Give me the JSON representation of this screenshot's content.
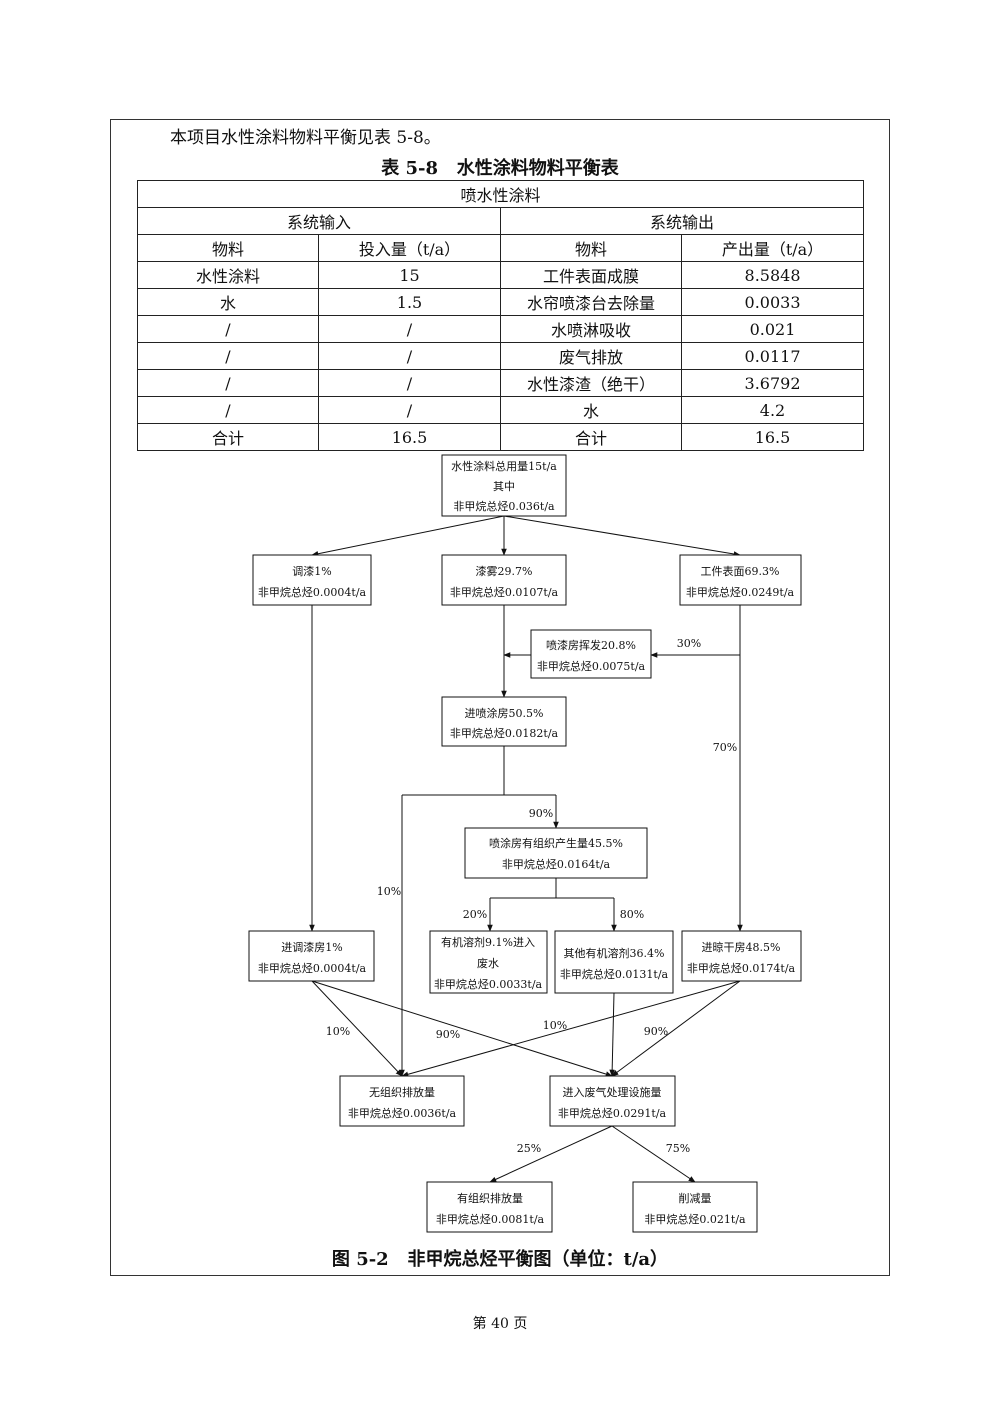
{
  "intro": "本项目水性涂料物料平衡见表 5-8。",
  "table_caption": "表 5-8   水性涂料物料平衡表",
  "table": {
    "title": "喷水性涂料",
    "input_header": "系统输入",
    "output_header": "系统输出",
    "cols": [
      "物料",
      "投入量（t/a）",
      "物料",
      "产出量（t/a）"
    ],
    "rows": [
      [
        "水性涂料",
        "15",
        "工件表面成膜",
        "8.5848"
      ],
      [
        "水",
        "1.5",
        "水帘喷漆台去除量",
        "0.0033"
      ],
      [
        "/",
        "/",
        "水喷淋吸收",
        "0.021"
      ],
      [
        "/",
        "/",
        "废气排放",
        "0.0117"
      ],
      [
        "/",
        "/",
        "水性漆渣（绝干）",
        "3.6792"
      ],
      [
        "/",
        "/",
        "水",
        "4.2"
      ],
      [
        "合计",
        "16.5",
        "合计",
        "16.5"
      ]
    ]
  },
  "flow": {
    "top": [
      "水性涂料总用量15t/a",
      "其中",
      "非甲烷总烃0.036t/a"
    ],
    "tiaoqi": [
      "调漆1%",
      "非甲烷总烃0.0004t/a"
    ],
    "qiwu": [
      "漆雾29.7%",
      "非甲烷总烃0.0107t/a"
    ],
    "gongjian": [
      "工件表面69.3%",
      "非甲烷总烃0.0249t/a"
    ],
    "huifa": [
      "喷漆房挥发20.8%",
      "非甲烷总烃0.0075t/a"
    ],
    "jinpentu": [
      "进喷涂房50.5%",
      "非甲烷总烃0.0182t/a"
    ],
    "youzuzhi_chan": [
      "喷涂房有组织产生量45.5%",
      "非甲烷总烃0.0164t/a"
    ],
    "jintiaoqi": [
      "进调漆房1%",
      "非甲烷总烃0.0004t/a"
    ],
    "feishui": [
      "有机溶剂9.1%进入",
      "废水",
      "非甲烷总烃0.0033t/a"
    ],
    "qita": [
      "其他有机溶剂36.4%",
      "非甲烷总烃0.0131t/a"
    ],
    "liangan": [
      "进晾干房48.5%",
      "非甲烷总烃0.0174t/a"
    ],
    "wuzuzhi": [
      "无组织排放量",
      "非甲烷总烃0.0036t/a"
    ],
    "feiqi": [
      "进入废气处理设施量",
      "非甲烷总烃0.0291t/a"
    ],
    "youzuzhi_pai": [
      "有组织排放量",
      "非甲烷总烃0.0081t/a"
    ],
    "xuejian": [
      "削减量",
      "非甲烷总烃0.021t/a"
    ],
    "pct": {
      "p30": "30%",
      "p70": "70%",
      "p90a": "90%",
      "p10a": "10%",
      "p20": "20%",
      "p80": "80%",
      "p10b": "10%",
      "p90b": "90%",
      "p10c": "10%",
      "p90c": "90%",
      "p25": "25%",
      "p75": "75%"
    }
  },
  "figure_caption": "图 5-2   非甲烷总烃平衡图（单位：t/a）",
  "page_number": "第 40 页"
}
